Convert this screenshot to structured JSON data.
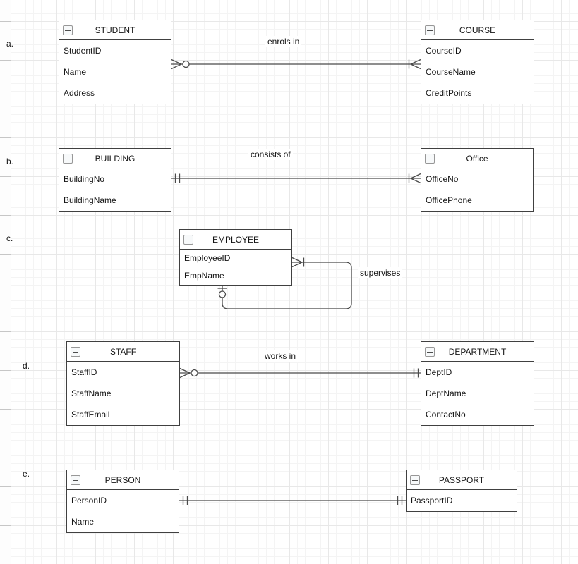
{
  "canvas": {
    "background": "#ffffff",
    "grid_minor_color": "#f4f4f4",
    "grid_major_color": "#e8e8e8",
    "entity_border_color": "#404040",
    "connector_color": "#4a4a4a",
    "text_color": "#141414"
  },
  "icons": {
    "collapse": "minus-in-square",
    "crows_foot": "many",
    "circle": "optional-zero",
    "bar": "one",
    "double_bar": "exactly-one"
  },
  "rows": [
    {
      "label": "a.",
      "relationship": {
        "label": "enrols in",
        "left_end": "zero-or-many",
        "right_end": "one-or-many"
      },
      "entities": [
        {
          "name": "STUDENT",
          "attributes": [
            "StudentID",
            "Name",
            "Address"
          ]
        },
        {
          "name": "COURSE",
          "attributes": [
            "CourseID",
            "CourseName",
            "CreditPoints"
          ]
        }
      ]
    },
    {
      "label": "b.",
      "relationship": {
        "label": "consists of",
        "left_end": "exactly-one",
        "right_end": "one-or-many"
      },
      "entities": [
        {
          "name": "BUILDING",
          "attributes": [
            "BuildingNo",
            "BuildingName"
          ]
        },
        {
          "name": "Office",
          "attributes": [
            "OfficeNo",
            "OfficePhone"
          ]
        }
      ]
    },
    {
      "label": "c.",
      "relationship": {
        "label": "supervises",
        "left_end": "one-or-many",
        "right_end": "zero-or-one",
        "type": "self-loop"
      },
      "entities": [
        {
          "name": "EMPLOYEE",
          "attributes": [
            "EmployeeID",
            "EmpName"
          ]
        }
      ]
    },
    {
      "label": "d.",
      "relationship": {
        "label": "works in",
        "left_end": "zero-or-many",
        "right_end": "exactly-one"
      },
      "entities": [
        {
          "name": "STAFF",
          "attributes": [
            "StaffID",
            "StaffName",
            "StaffEmail"
          ]
        },
        {
          "name": "DEPARTMENT",
          "attributes": [
            "DeptID",
            "DeptName",
            "ContactNo"
          ]
        }
      ]
    },
    {
      "label": "e.",
      "relationship": {
        "label": "",
        "left_end": "exactly-one",
        "right_end": "exactly-one"
      },
      "entities": [
        {
          "name": "PERSON",
          "attributes": [
            "PersonID",
            "Name"
          ]
        },
        {
          "name": "PASSPORT",
          "attributes": [
            "PassportID"
          ]
        }
      ]
    }
  ]
}
